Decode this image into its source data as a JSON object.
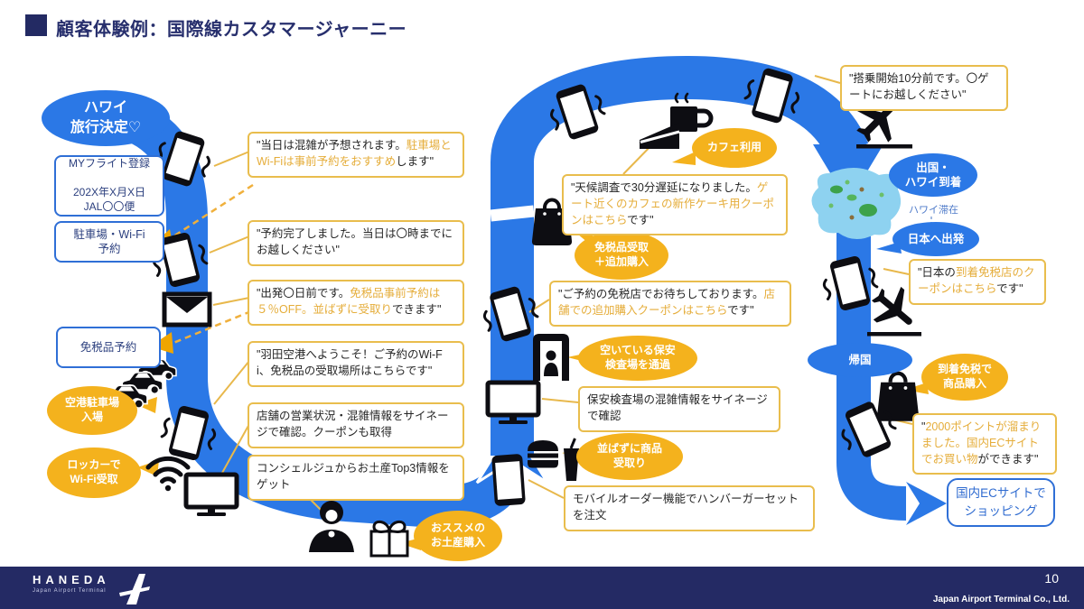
{
  "header": {
    "title": "顧客体験例：国際線カスタマージャーニー"
  },
  "colors": {
    "journey_blue": "#2b78e6",
    "accent_yellow": "#f4b21d",
    "bubble_border_yellow": "#e9bd4d",
    "highlight_text": "#e5ad3a",
    "navy": "#232a63",
    "box_border_blue": "#2f6fd6"
  },
  "journey": {
    "start": {
      "lines": [
        "ハワイ",
        "旅行決定♡"
      ]
    },
    "boxes": {
      "my_flight": {
        "lines": [
          "MYフライト登録",
          "",
          "202X年X月X日",
          "JAL〇〇便"
        ]
      },
      "parking_wifi": {
        "lines": [
          "駐車場・Wi-Fi",
          "予約"
        ]
      },
      "dutyfree_reserve": {
        "lines": [
          "免税品予約"
        ]
      },
      "ec_site": {
        "lines": [
          "国内ECサイトで",
          "ショッピング"
        ]
      }
    },
    "stages": {
      "airport_parking": {
        "lines": [
          "空港駐車場",
          "入場"
        ]
      },
      "locker_wifi": {
        "lines": [
          "ロッカーで",
          "Wi-Fi受取"
        ]
      },
      "souvenir": {
        "lines": [
          "おススメの",
          "お土産購入"
        ]
      },
      "cafe": {
        "lines": [
          "カフェ利用"
        ]
      },
      "dutyfree_pickup": {
        "lines": [
          "免税品受取",
          "＋追加購入"
        ]
      },
      "security_pass": {
        "lines": [
          "空いている保安",
          "検査場を通過"
        ]
      },
      "no_wait_pickup": {
        "lines": [
          "並ばずに商品",
          "受取り"
        ]
      },
      "arrival_dutyfree": {
        "lines": [
          "到着免税で",
          "商品購入"
        ]
      },
      "departure_hawaii": {
        "lines": [
          "出国・",
          "ハワイ到着"
        ]
      },
      "depart_for_japan": {
        "lines": [
          "日本へ出発"
        ]
      },
      "return_home": {
        "lines": [
          "帰国"
        ]
      }
    },
    "transit_note": "ハワイ滞在",
    "messages": [
      {
        "name": "congestion-notice",
        "segments": [
          {
            "t": "\"当日は混雑が予想されます。",
            "h": false
          },
          {
            "t": "駐車場とWi-Fiは事前予約をおすすめ",
            "h": true
          },
          {
            "t": "します\"",
            "h": false
          }
        ]
      },
      {
        "name": "reservation-complete",
        "segments": [
          {
            "t": "\"予約完了しました。当日は〇時までにお越しください\"",
            "h": false
          }
        ]
      },
      {
        "name": "pre-departure-dutyfree",
        "segments": [
          {
            "t": "\"出発〇日前です。",
            "h": false
          },
          {
            "t": "免税品事前予約は５％OFF。並ばずに受取り",
            "h": true
          },
          {
            "t": "できます\"",
            "h": false
          }
        ]
      },
      {
        "name": "welcome-haneda",
        "segments": [
          {
            "t": "\"羽田空港へようこそ！ご予約のWi-Fi、免税品の受取場所はこちらです\"",
            "h": false
          }
        ]
      },
      {
        "name": "store-signage-info",
        "segments": [
          {
            "t": "店舗の営業状況・混雑情報をサイネージで確認。クーポンも取得",
            "h": false
          }
        ]
      },
      {
        "name": "concierge-souvenir",
        "segments": [
          {
            "t": "コンシェルジュからお土産Top3情報をゲット",
            "h": false
          }
        ]
      },
      {
        "name": "weather-delay-coupon",
        "segments": [
          {
            "t": "\"天候調査で30分遅延になりました。",
            "h": false
          },
          {
            "t": "ゲート近くのカフェの新作ケーキ用クーポンはこちら",
            "h": true
          },
          {
            "t": "です\"",
            "h": false
          }
        ]
      },
      {
        "name": "dutyfree-store-waiting",
        "segments": [
          {
            "t": "\"ご予約の免税店でお待ちしております。",
            "h": false
          },
          {
            "t": "店舗での追加購入クーポンはこちら",
            "h": true
          },
          {
            "t": "です\"",
            "h": false
          }
        ]
      },
      {
        "name": "security-signage",
        "segments": [
          {
            "t": "保安検査場の混雑情報をサイネージで確認",
            "h": false
          }
        ]
      },
      {
        "name": "mobile-order",
        "segments": [
          {
            "t": "モバイルオーダー機能でハンバーガーセットを注文",
            "h": false
          }
        ]
      },
      {
        "name": "boarding-reminder",
        "segments": [
          {
            "t": "\"搭乗開始10分前です。〇ゲートにお越しください\"",
            "h": false
          }
        ]
      },
      {
        "name": "japan-arrival-dutyfree-coupon",
        "segments": [
          {
            "t": "\"日本の",
            "h": false
          },
          {
            "t": "到着免税店のクーポンはこちら",
            "h": true
          },
          {
            "t": "です\"",
            "h": false
          }
        ]
      },
      {
        "name": "points-ec-site",
        "segments": [
          {
            "t": "\"",
            "h": false
          },
          {
            "t": "2000ポイントが溜まりました。国内ECサイトでお買い物",
            "h": true
          },
          {
            "t": "ができます\"",
            "h": false
          }
        ]
      }
    ]
  },
  "icons": [
    "vibrating-phone-icon",
    "mail-icon",
    "car-queue-icon",
    "wifi-icon",
    "signage-monitor-icon",
    "concierge-person-icon",
    "gift-icon",
    "coffee-cup-icon",
    "cake-icon",
    "shopping-bag-icon",
    "security-gate-icon",
    "burger-set-icon",
    "airplane-takeoff-icon",
    "airplane-landing-icon",
    "hawaii-islands-illustration"
  ],
  "footer": {
    "logo_title": "HANEDA",
    "logo_subtitle": "Japan Airport Terminal",
    "page_number": "10",
    "company": "Japan Airport Terminal Co., Ltd."
  }
}
